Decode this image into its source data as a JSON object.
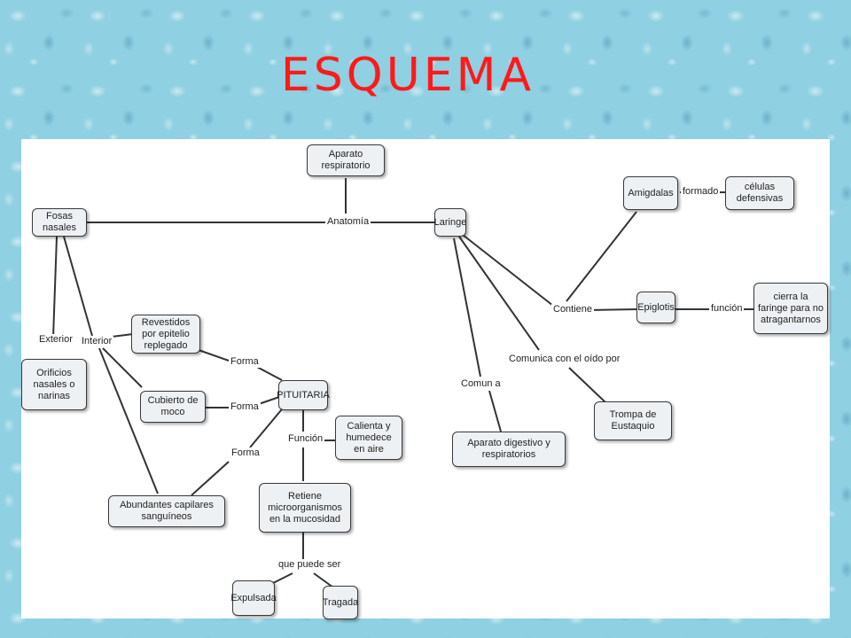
{
  "title": "ESQUEMA",
  "nodes": {
    "aparato": "Aparato respiratorio",
    "fosas": "Fosas nasales",
    "laringe": "Laringe",
    "amigdalas": "Amigdalas",
    "celulas": "células defensivas",
    "epiglotis": "Epiglotis",
    "cierra": "cierra la faringe para no atragantarnos",
    "revestidos": "Revestidos por epitelio replegado",
    "orificios": "Orificios nasales o narinas",
    "cubierto": "Cubierto de moco",
    "pituitaria": "PITUITARIA",
    "calienta": "Calienta y humedece en aire",
    "abundantes": "Abundantes capilares sanguíneos",
    "retiene": "Retiene microorganismos en la mucosidad",
    "expulsada": "Expulsada",
    "tragada": "Tragada",
    "aparato_digestivo": "Aparato digestivo y respiratorios",
    "trompa": "Trompa de Eustaquio"
  },
  "links": {
    "anatomia": "Anatomía",
    "formado": "formado",
    "contiene": "Contiene",
    "funcion1": "función",
    "exterior": "Exterior",
    "interior": "Interior",
    "forma1": "Forma",
    "forma2": "Forma",
    "forma3": "Forma",
    "funcion2": "Función",
    "comunica": "Comunica con el oído por",
    "comun": "Comun a",
    "puede_ser": "que puede ser"
  }
}
